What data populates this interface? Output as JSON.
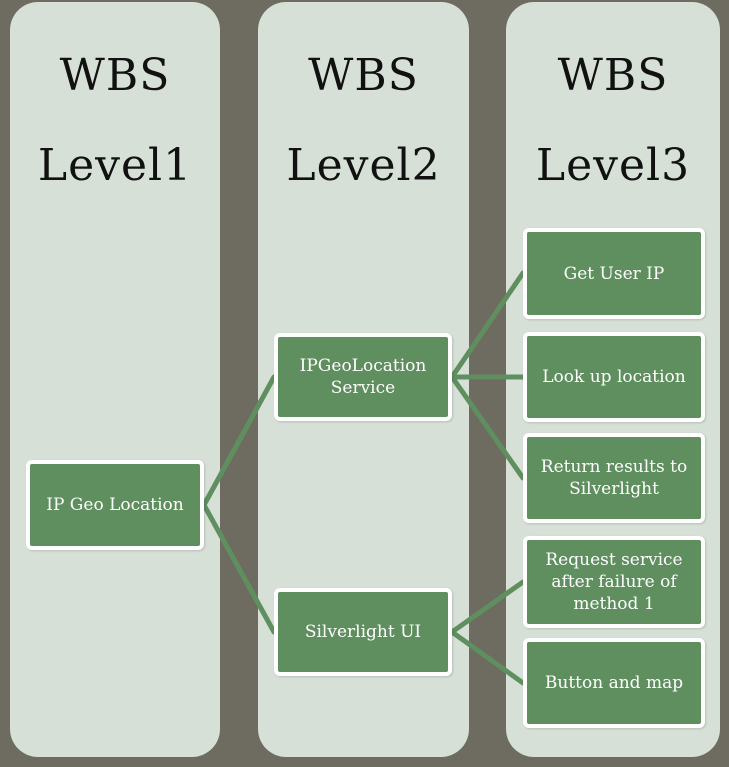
{
  "columns": [
    {
      "header_line1": "WBS",
      "header_line2": "Level1"
    },
    {
      "header_line1": "WBS",
      "header_line2": "Level2"
    },
    {
      "header_line1": "WBS",
      "header_line2": "Level3"
    }
  ],
  "nodes": {
    "root": "IP Geo Location",
    "service": "IPGeoLocation\nService",
    "ui": "Silverlight UI",
    "get_user_ip": "Get User IP",
    "look_up_location": "Look up location",
    "return_results": "Return results to\nSilverlight",
    "request_service": "Request service\nafter failure of\nmethod 1",
    "button_and_map": "Button and map"
  },
  "colors": {
    "background": "#6e6b60",
    "column": "#d6e0d6",
    "node_fill": "#5f8f5f",
    "node_border": "#ffffff",
    "connector": "#5f8f5f"
  }
}
